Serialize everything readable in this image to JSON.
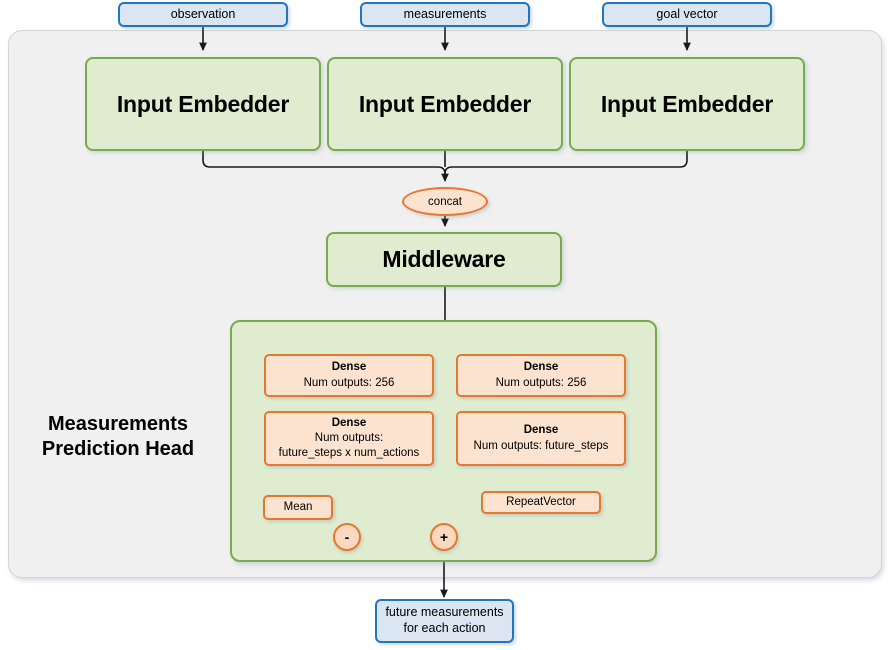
{
  "diagram": {
    "title": "Measurements Prediction Head network diagram",
    "colors": {
      "panel_bg": "#f0f0f0",
      "panel_border": "#d4d4d4",
      "io_fill": "#dce6f2",
      "io_border": "#1f77c4",
      "module_fill": "#dfeccf",
      "module_border": "#77ab4c",
      "layer_fill": "#fce3d0",
      "layer_border": "#e8762c",
      "wire": "#1a1a1a"
    }
  },
  "inputs": [
    {
      "label": "observation"
    },
    {
      "label": "measurements"
    },
    {
      "label": "goal vector"
    }
  ],
  "embedders": [
    {
      "label": "Input Embedder"
    },
    {
      "label": "Input Embedder"
    },
    {
      "label": "Input Embedder"
    }
  ],
  "concat": {
    "label": "concat"
  },
  "middleware": {
    "label": "Middleware"
  },
  "head": {
    "title_line1": "Measurements",
    "title_line2": "Prediction Head",
    "left_branch": {
      "dense1": {
        "title": "Dense",
        "detail": "Num outputs: 256"
      },
      "dense2": {
        "title": "Dense",
        "detail_line1": "Num outputs:",
        "detail_line2": "future_steps x num_actions"
      },
      "mean": {
        "label": "Mean"
      },
      "op": {
        "label": "-"
      }
    },
    "right_branch": {
      "dense1": {
        "title": "Dense",
        "detail": "Num outputs: 256"
      },
      "dense2": {
        "title": "Dense",
        "detail": "Num outputs: future_steps"
      },
      "repeat_vector": {
        "label": "RepeatVector"
      }
    },
    "merge_op": {
      "label": "+"
    }
  },
  "output": {
    "line1": "future measurements",
    "line2": "for each action"
  }
}
